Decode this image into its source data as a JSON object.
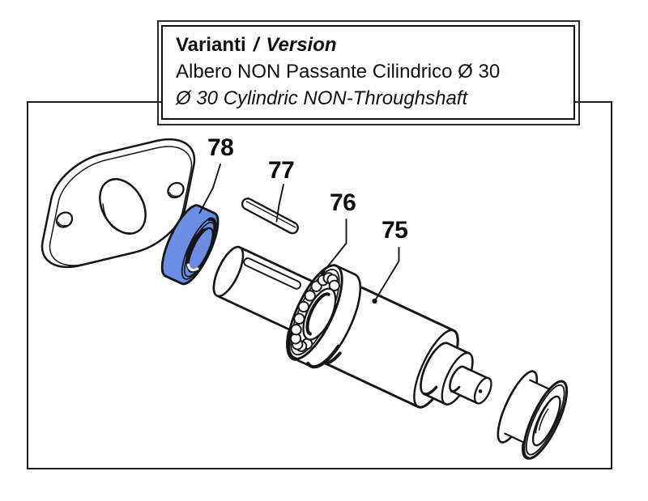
{
  "page": {
    "background": "#ffffff"
  },
  "title_box": {
    "line1": {
      "label_it": "Varianti",
      "separator": "/",
      "label_en": "Version"
    },
    "line2_it": "Albero NON Passante Cilindrico Ø 30",
    "line3_en": "Ø 30 Cylindric NON-Throughshaft"
  },
  "diagram": {
    "highlight_color": "#6b8de4",
    "line_color": "#161616",
    "labels": [
      {
        "number": "78",
        "part": "seal-ring"
      },
      {
        "number": "77",
        "part": "shaft-key"
      },
      {
        "number": "76",
        "part": "ball-bearing"
      },
      {
        "number": "75",
        "part": "shaft"
      }
    ]
  }
}
